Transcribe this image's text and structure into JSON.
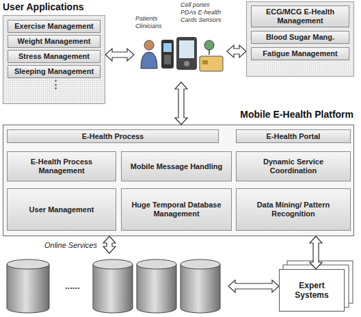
{
  "diagram": {
    "title": "User Applications",
    "nodes": [
      {
        "text": []
      },
      {
        "text": [
          "Exercise Management"
        ],
        "in": 0
      },
      {
        "text": [
          "Weight Management"
        ],
        "in": 0
      },
      {
        "text": [
          "Stress Management"
        ],
        "in": 0
      },
      {
        "text": [
          "Sleeping Management"
        ],
        "in": 0
      },
      {
        "text": [
          "Patients Clinicians",
          "Cell pones PDAs E-health Cards Sensors"
        ]
      },
      {
        "text": []
      },
      {
        "text": [
          "ECG/MCG E-Health Management"
        ],
        "in": 6
      },
      {
        "text": [
          "Blood Sugar Mang."
        ],
        "in": 6
      },
      {
        "text": [
          "Fatigue Management"
        ],
        "in": 6
      },
      {
        "text": [
          "Mobile E-Health Platform"
        ]
      },
      {
        "text": [
          "E-Health Process"
        ],
        "in": 10
      },
      {
        "text": [
          "E-Health Portal"
        ],
        "in": 10
      },
      {
        "text": [
          "E-Health Process Management"
        ],
        "in": 10
      },
      {
        "text": [
          "Mobile Message Handling"
        ],
        "in": 10
      },
      {
        "text": [
          "Dynamic Service Coordination"
        ],
        "in": 10
      },
      {
        "text": [
          "User Management"
        ],
        "in": 10
      },
      {
        "text": [
          "Huge Temporal Database Management"
        ],
        "in": 10
      },
      {
        "text": [
          "Data Mining/ Pattern Recognition"
        ],
        "in": 10
      },
      {
        "text": [
          "......"
        ]
      },
      {
        "text": [
          "Expert Systems"
        ]
      }
    ],
    "edges": [
      {
        "from": 0,
        "to": 5,
        "arrow": "both"
      },
      {
        "from": 5,
        "to": 6,
        "arrow": "both"
      },
      {
        "from": 5,
        "to": 10,
        "arrow": "both"
      },
      {
        "from": 10,
        "to": 19,
        "label": "Online Services",
        "arrow": "both"
      },
      {
        "from": 10,
        "to": 20,
        "arrow": "both"
      },
      {
        "from": 19,
        "to": 20,
        "arrow": "both"
      }
    ],
    "labels": [
      "⋮"
    ]
  }
}
